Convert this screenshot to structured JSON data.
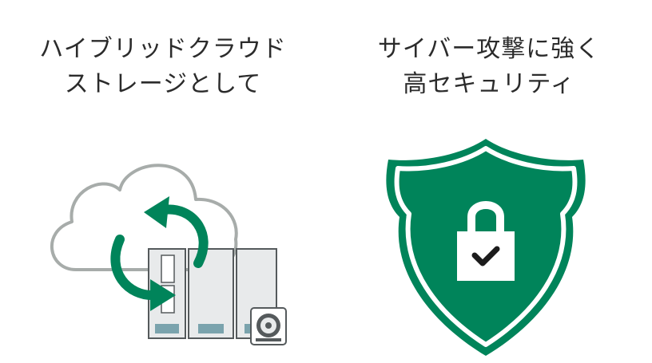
{
  "features": [
    {
      "id": "hybrid-cloud",
      "lines": [
        "ハイブリッドクラウド",
        "ストレージとして"
      ],
      "icon": "cloud-nas-sync-icon"
    },
    {
      "id": "cyber-security",
      "lines": [
        "サイバー攻撃に強く",
        "高セキュリティ"
      ],
      "icon": "shield-lock-check-icon"
    }
  ],
  "colors": {
    "text": "#2b2b2b",
    "green": "#00845a",
    "cloud_outline": "#a7acaa",
    "nas_body": "#e8eaeb",
    "nas_outline": "#555a5c",
    "nas_slot": "#7aa3ad"
  }
}
